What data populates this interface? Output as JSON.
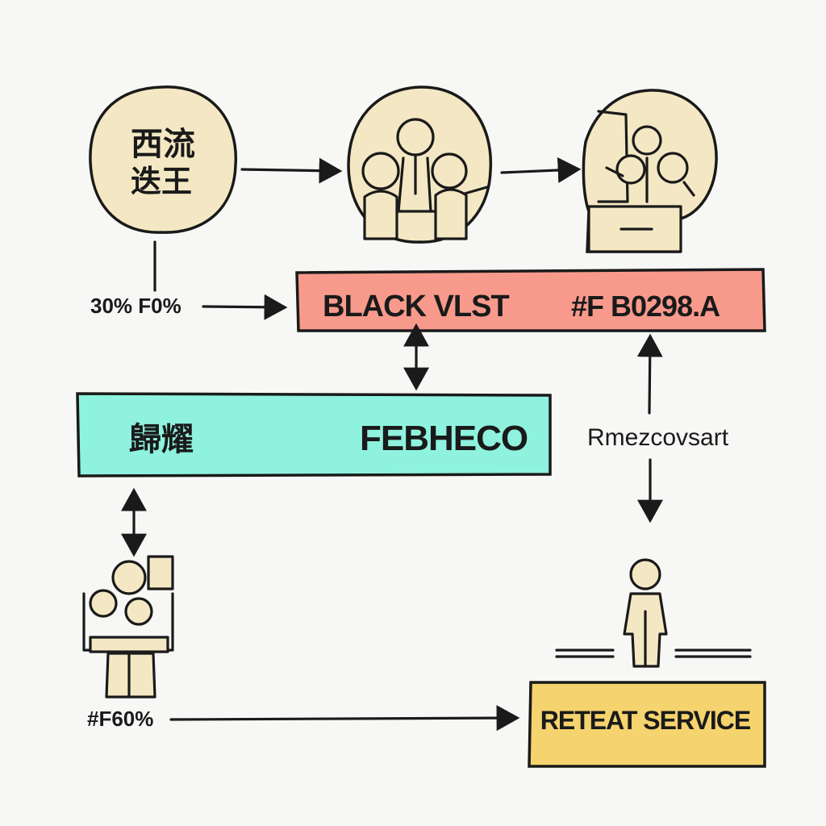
{
  "colors": {
    "circle_fill": "#f4e8c4",
    "black_vlst_fill": "#f79a8c",
    "febheco_fill": "#8ef2de",
    "retreat_fill": "#f5d36e",
    "figure_fill": "#f4e8c4",
    "ink": "#1a1a1a"
  },
  "nodes": {
    "circle_left": {
      "line1": "西流",
      "line2": "迭王"
    },
    "black_vlst": {
      "left": "BLACK VLST",
      "right": "#F B0298.A"
    },
    "febheco": {
      "left": "歸耀",
      "right": "FEBHECO"
    },
    "retreat": {
      "label": "RETEAT SERVICE"
    }
  },
  "labels": {
    "percent": "30%  F0%",
    "side": "Rmezcovsart",
    "bottom": "#F60%"
  },
  "icons": {
    "circle_middle": "group-of-people-icon",
    "circle_right": "people-at-desk-icon",
    "bottom_left": "people-with-monitor-icon",
    "bottom_right": "standing-person-icon"
  }
}
